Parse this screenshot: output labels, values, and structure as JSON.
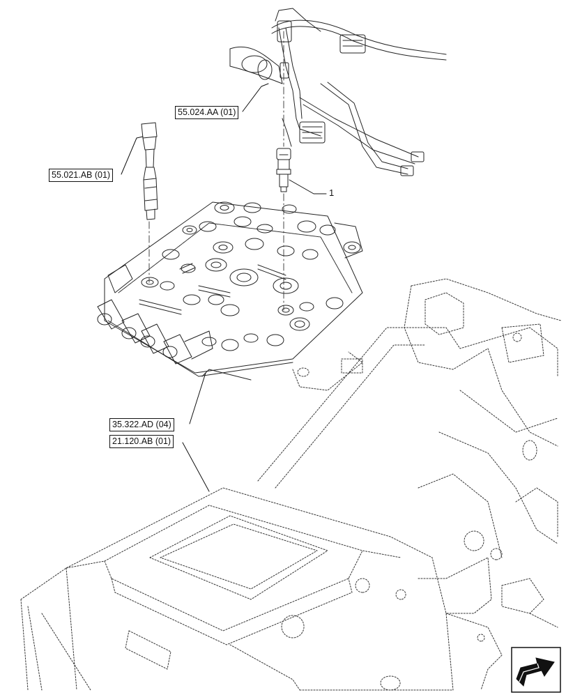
{
  "diagram": {
    "reference_labels": [
      {
        "id": "ref-55-024",
        "text": "55.024.AA (01)"
      },
      {
        "id": "ref-55-021",
        "text": "55.021.AB (01)"
      },
      {
        "id": "ref-35-322",
        "text": "35.322.AD (04)"
      },
      {
        "id": "ref-21-120",
        "text": "21.120.AB (01)"
      }
    ],
    "callouts": [
      {
        "id": "callout-1",
        "text": "1"
      }
    ],
    "nav_icon": "next-page-arrow-icon"
  }
}
